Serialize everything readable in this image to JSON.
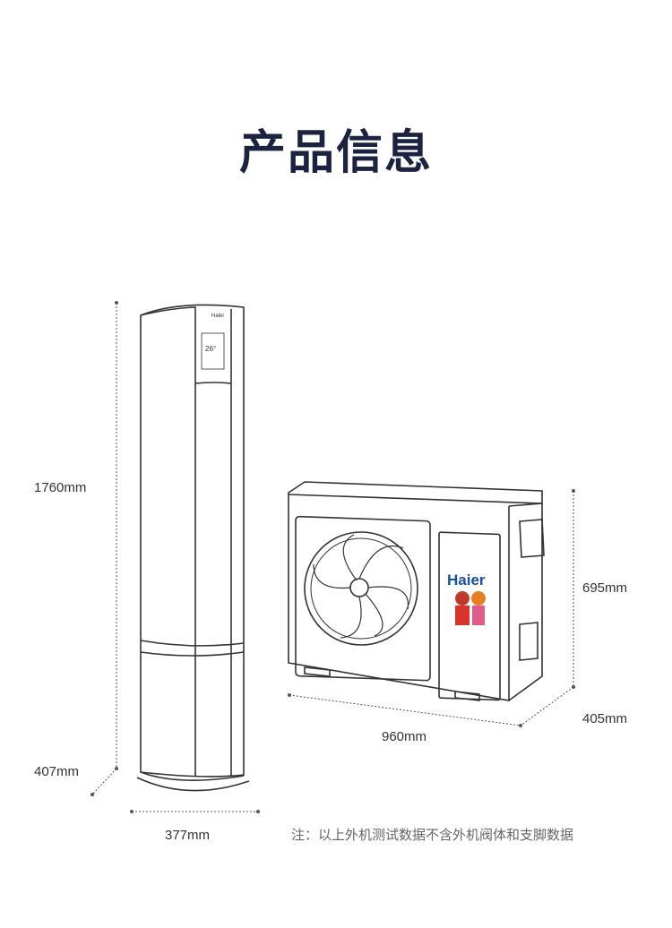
{
  "title": "产品信息",
  "indoor": {
    "height_label": "1760mm",
    "depth_label": "407mm",
    "width_label": "377mm",
    "brand": "Haier",
    "display_temp": "26°"
  },
  "outdoor": {
    "height_label": "695mm",
    "width_label": "960mm",
    "depth_label": "405mm",
    "brand": "Haier"
  },
  "note": "注：以上外机测试数据不含外机阀体和支脚数据"
}
